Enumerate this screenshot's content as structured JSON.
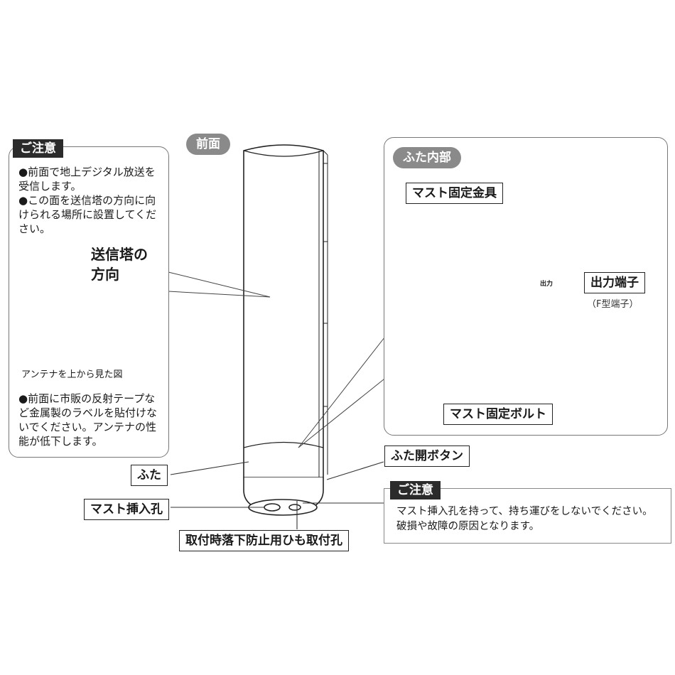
{
  "caution_left": {
    "header": "ご注意",
    "bullets": [
      "●前面で地上デジタル放送を受信します。",
      "●この面を送信塔の方向に向けられる場所に設置してください。"
    ],
    "arrow_label_line1": "送信塔の",
    "arrow_label_line2": "方向",
    "dome_caption": "アンテナを上から見た図",
    "bullet3": "●前面に市販の反射テープなど金属製のラベルを貼付けないでください。アンテナの性能が低下します。"
  },
  "front_label": "前面",
  "labels": {
    "futa": "ふた",
    "mast_hole": "マスト挿入孔",
    "drop_prevent_hole": "取付時落下防止用ひも取付孔",
    "lid_open_button": "ふた開ボタン"
  },
  "inside_panel": {
    "title": "ふた内部",
    "mast_bracket": "マスト固定金具",
    "output_terminal": "出力端子",
    "output_terminal_sub": "（F型端子）",
    "mast_bolt": "マスト固定ボルト",
    "stamp": "出力"
  },
  "caution_right": {
    "header": "ご注意",
    "line1": "マスト挿入孔を持って、持ち運びをしないでください。",
    "line2": "破損や故障の原因となります。"
  }
}
